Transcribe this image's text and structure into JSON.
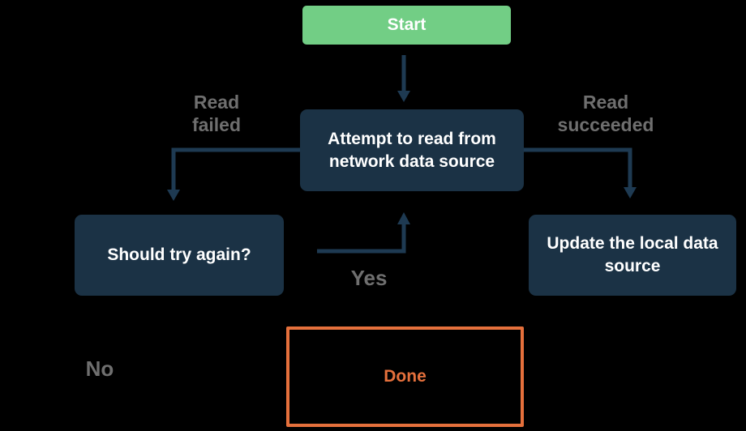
{
  "diagram": {
    "type": "flowchart",
    "nodes": {
      "start": {
        "label": "Start"
      },
      "attempt": {
        "label": "Attempt to read from network data source"
      },
      "retry": {
        "label": "Should try again?"
      },
      "update": {
        "label": "Update the local data source"
      },
      "done": {
        "label": "Done"
      }
    },
    "edge_labels": {
      "read_failed": "Read failed",
      "read_succeeded": "Read succeeded",
      "yes": "Yes",
      "no": "No"
    },
    "colors": {
      "background": "#000000",
      "node_fill": "#1B3245",
      "start_fill": "#72CE85",
      "done_border": "#E5703C",
      "done_text": "#E5703C",
      "arrow": "#1E3A52",
      "edge_label_text": "#6F6F6F",
      "node_text": "#FFFFFF"
    }
  }
}
